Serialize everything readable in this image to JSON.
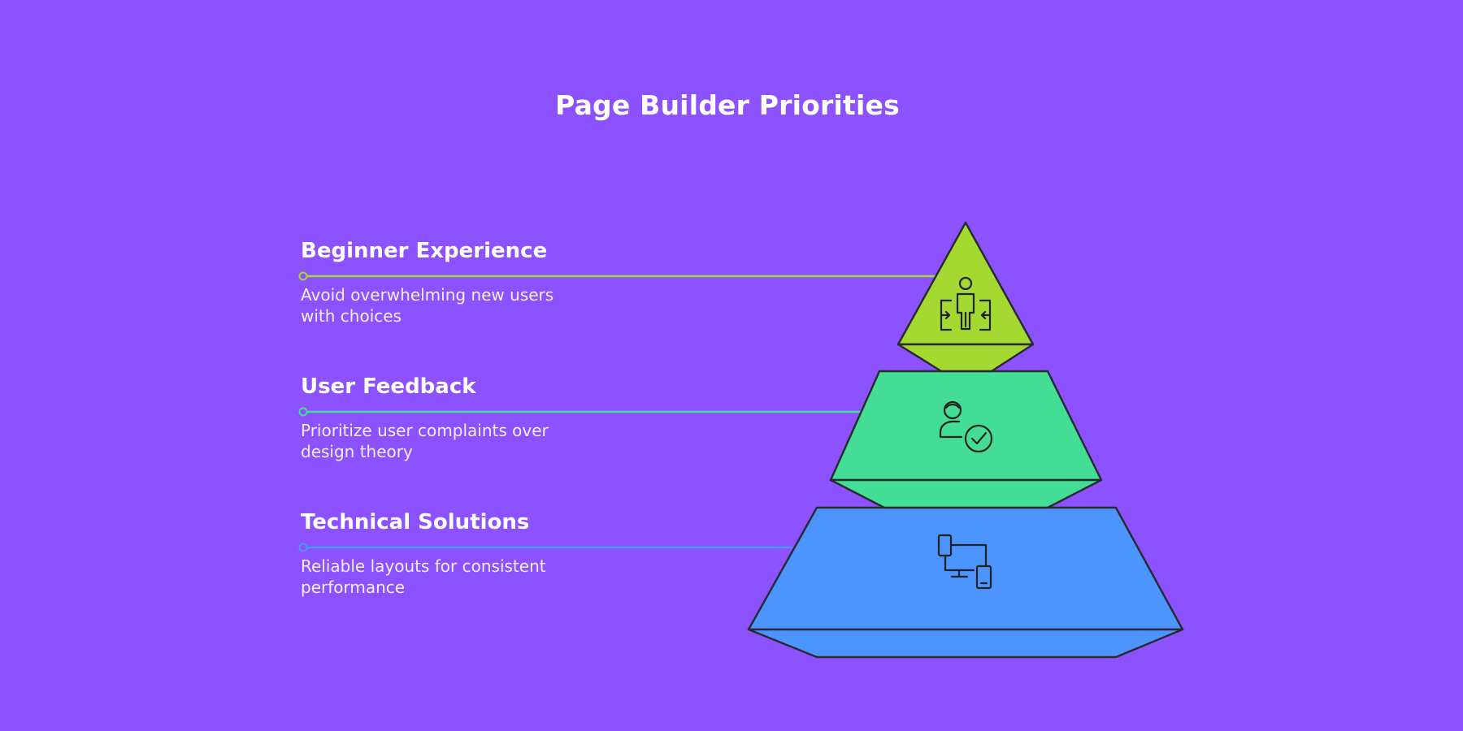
{
  "title": "Page Builder Priorities",
  "colors": {
    "background": "#8C52FF",
    "tier1": "#A3D930",
    "tier2": "#44DD95",
    "tier3": "#4C94FF",
    "outline": "#2A2A33"
  },
  "tiers": [
    {
      "heading": "Beginner Experience",
      "description_line1": "Avoid overwhelming new users",
      "description_line2": "with choices",
      "icon": "person-entering-doorway-icon",
      "color": "#A3D930",
      "line_color": "#A3D930"
    },
    {
      "heading": "User Feedback",
      "description_line1": "Prioritize user complaints over",
      "description_line2": "design theory",
      "icon": "user-check-icon",
      "color": "#44DD95",
      "line_color": "#44DD95"
    },
    {
      "heading": "Technical Solutions",
      "description_line1": "Reliable layouts for consistent",
      "description_line2": "performance",
      "icon": "devices-icon",
      "color": "#4C94FF",
      "line_color": "#4C94FF"
    }
  ]
}
